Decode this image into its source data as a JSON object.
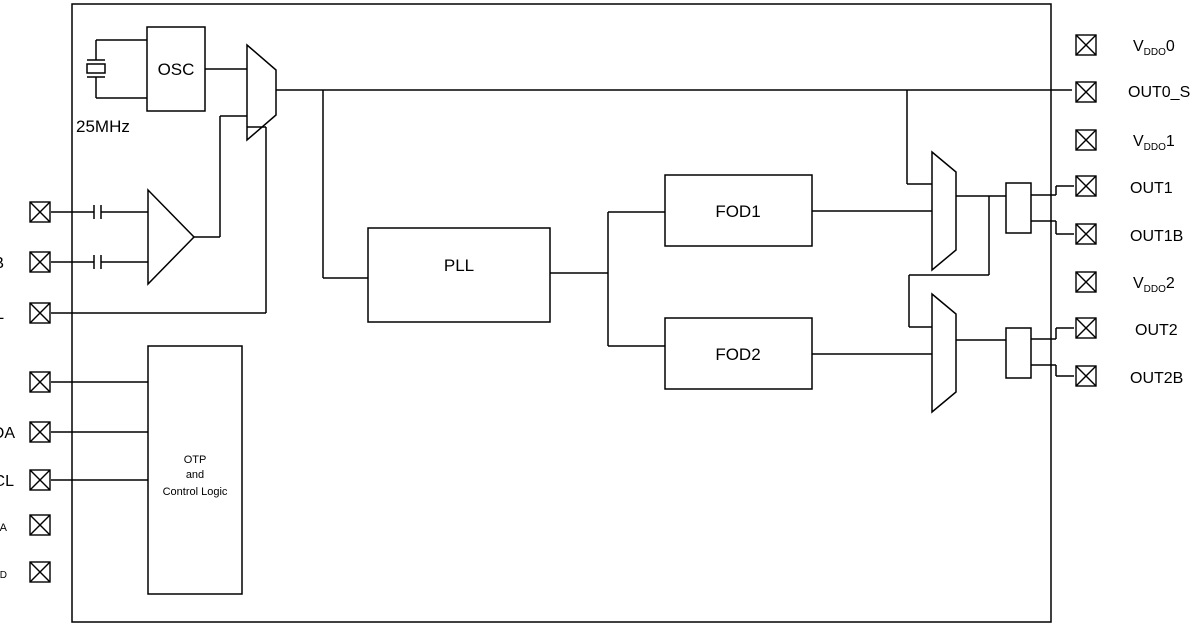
{
  "blocks": {
    "osc": "OSC",
    "crystal_freq": "25MHz",
    "pll": "PLL",
    "fod1": "FOD1",
    "fod2": "FOD2",
    "otp_line1": "OTP",
    "otp_line2": "and",
    "otp_line3": "Control Logic"
  },
  "left_pins": [
    {
      "label": ""
    },
    {
      "label": "B"
    },
    {
      "label": "L"
    },
    {
      "label": ""
    },
    {
      "label": "DA"
    },
    {
      "label": "CL"
    },
    {
      "label": "A"
    },
    {
      "label": "DD"
    }
  ],
  "right_pins": {
    "vddo0": {
      "main": "V",
      "sub": "DDO",
      "suffix": "0"
    },
    "out0": "OUT0_S",
    "vddo1": {
      "main": "V",
      "sub": "DDO",
      "suffix": "1"
    },
    "out1": "OUT1",
    "out1b": "OUT1B",
    "vddo2": {
      "main": "V",
      "sub": "DDO",
      "suffix": "2"
    },
    "out2": "OUT2",
    "out2b": "OUT2B"
  }
}
